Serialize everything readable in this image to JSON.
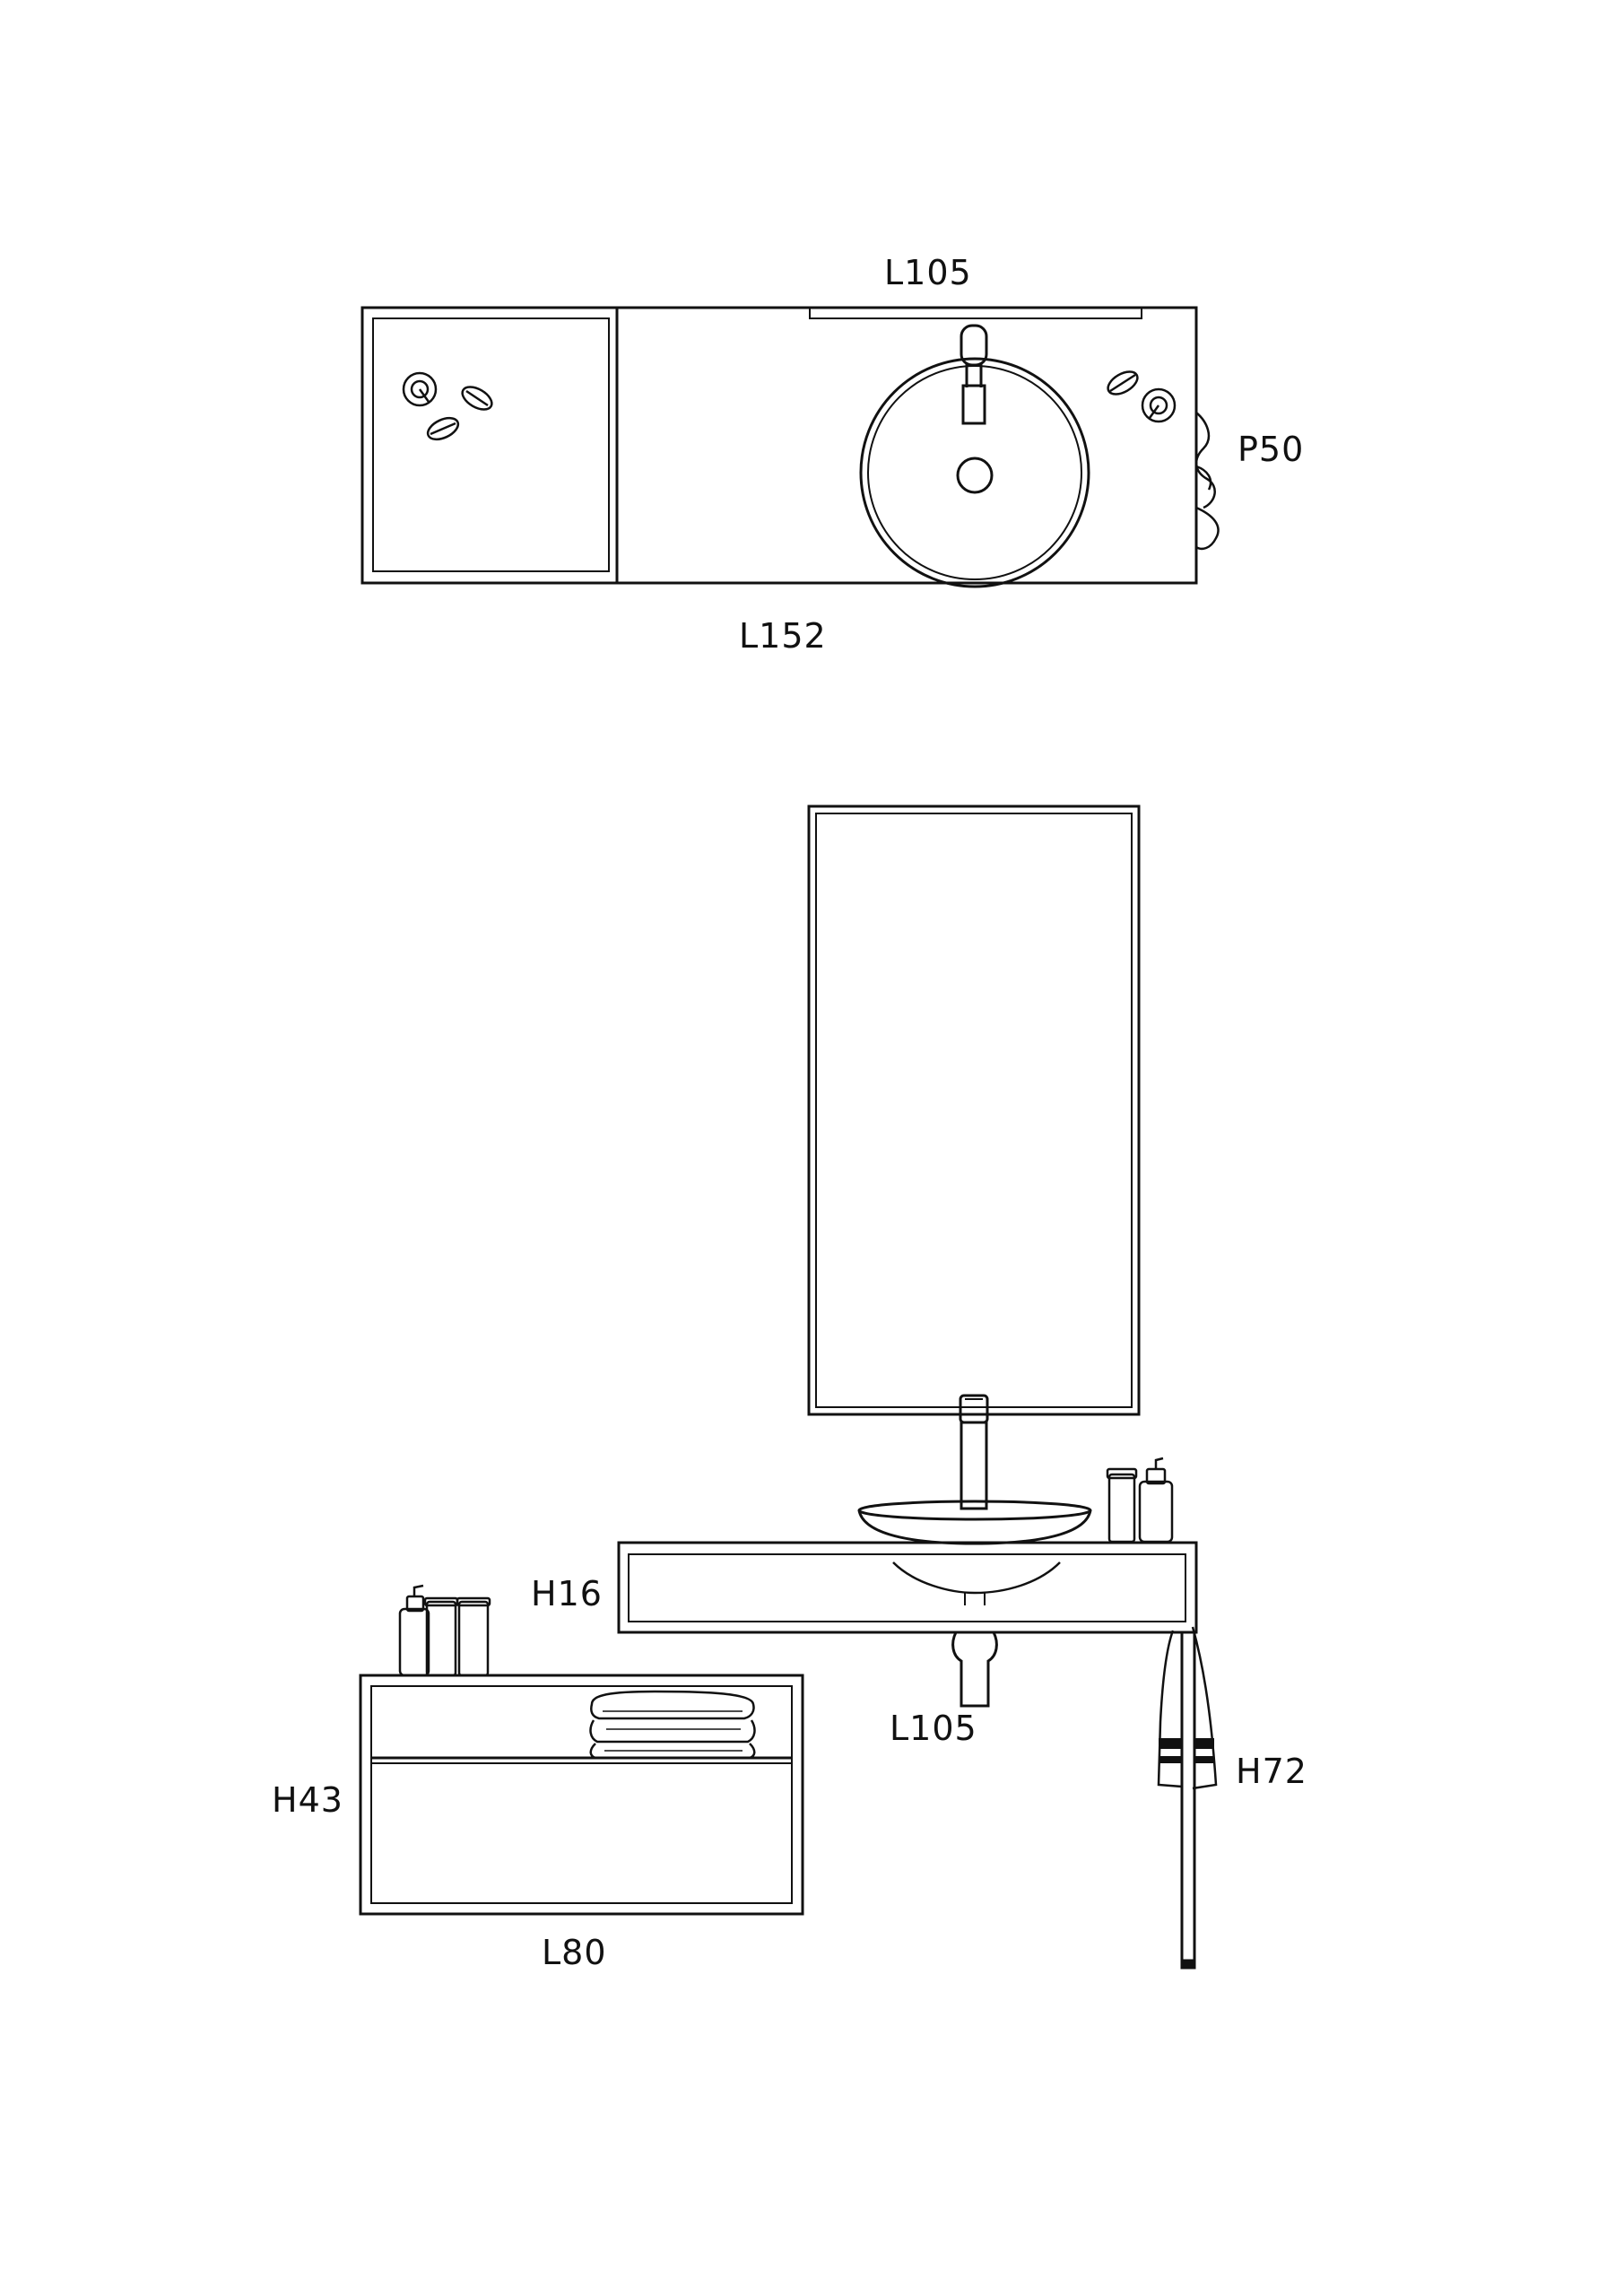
{
  "dimensions": {
    "top_view": {
      "width": "L105",
      "depth": "P50",
      "length": "L152"
    },
    "front_view": {
      "shelf_height": "H16",
      "shelf_length": "L105",
      "total_height": "H72",
      "cabinet_height": "H43",
      "cabinet_length": "L80"
    }
  },
  "colors": {
    "line": "#111111",
    "background": "#ffffff"
  }
}
